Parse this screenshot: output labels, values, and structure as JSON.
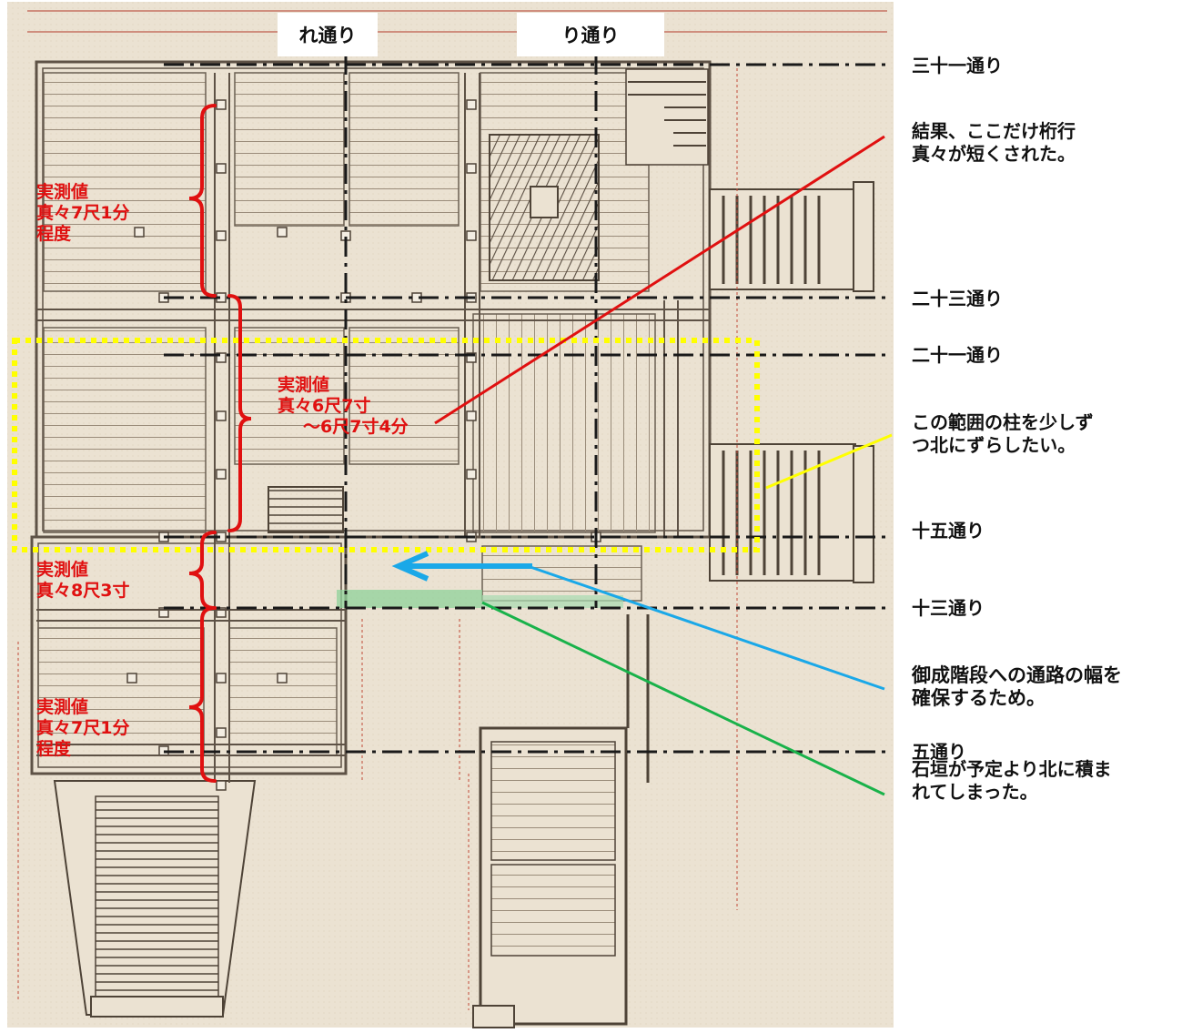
{
  "colors": {
    "paper": "#e9dfcf",
    "ink": "#6b5f52",
    "grid": "#1a1a1a",
    "red": "#e01010",
    "yellow": "#ffff00",
    "blue": "#1aa8e8",
    "green": "#19b24a",
    "green_fill": "#8fd19a"
  },
  "columns": {
    "re": "れ通り",
    "ri": "り通り"
  },
  "rows": {
    "r31": "三十一通り",
    "r23": "二十三通り",
    "r21": "二十一通り",
    "r15": "十五通り",
    "r13": "十三通り",
    "r5": "五通り"
  },
  "measurements": {
    "m1": "実測値\n真々7尺1分\n程度",
    "m2_line1": "実測値",
    "m2_line2": "真々6尺7寸",
    "m2_line3": "～6尺7寸4分",
    "m3": "実測値\n真々8尺3寸",
    "m4": "実測値\n真々7尺1分\n程度"
  },
  "notes": {
    "result": "結果、ここだけ桁行\n真々が短くされた。",
    "shift": "この範囲の柱を少しず\nつ北にずらしたい。",
    "passage": "御成階段への通路の幅を\n確保するため。",
    "stonewall": "石垣が予定より北に積ま\nれてしまった。"
  },
  "icons": {
    "stair": "stair-icon",
    "brace": "curly-brace-icon",
    "arrow": "arrow-left-icon"
  }
}
